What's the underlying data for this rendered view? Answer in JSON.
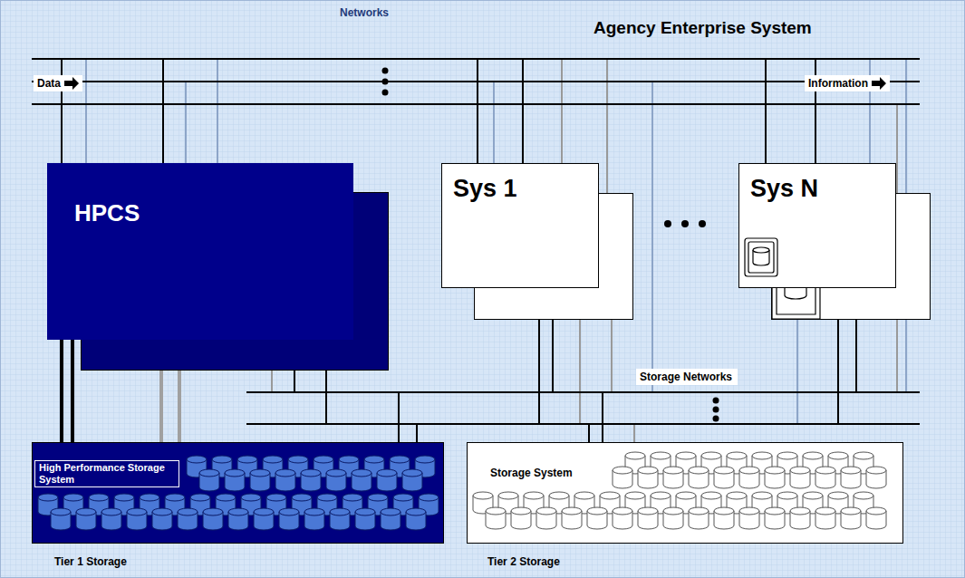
{
  "diagram": {
    "title": "Agency Enterprise System",
    "nodes": [
      {
        "text": [
          "HPCS"
        ]
      },
      {
        "text": [
          "Sys 1"
        ]
      },
      {
        "text": [
          "Sys N"
        ]
      },
      {
        "text": [
          "High Performance Storage System"
        ]
      },
      {
        "text": [
          "Storage System"
        ]
      }
    ],
    "edges": [
      {
        "from": 0,
        "to": 3,
        "arrow": "none"
      },
      {
        "from": 0,
        "to": 3,
        "arrow": "none"
      },
      {
        "from": 0,
        "to": 3,
        "arrow": "none"
      },
      {
        "from": 0,
        "to": 3,
        "arrow": "none"
      }
    ],
    "labels": [
      "Networks",
      "Data",
      "Information",
      "Storage Networks",
      "Tier 1 Storage",
      "Tier 2 Storage"
    ]
  }
}
